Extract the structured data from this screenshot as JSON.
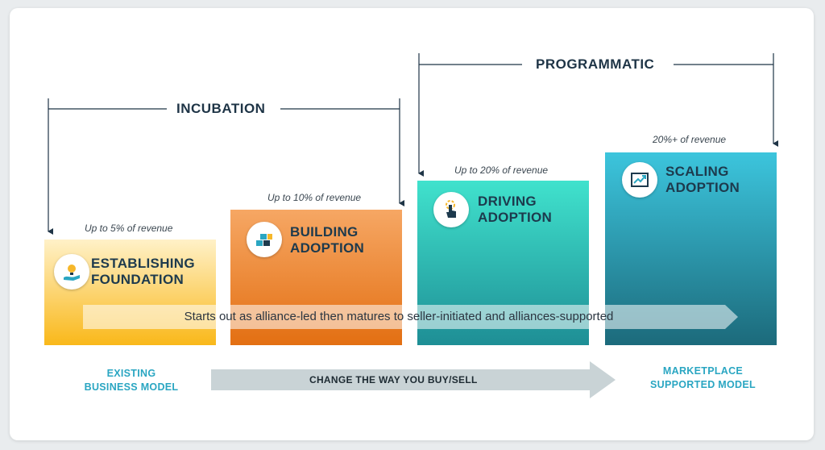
{
  "phases": {
    "incubation": "INCUBATION",
    "programmatic": "PROGRAMMATIC"
  },
  "stages": [
    {
      "title_line1": "ESTABLISHING",
      "title_line2": "FOUNDATION",
      "revenue": "Up to 5% of revenue",
      "icon": "lightbulb-hand-icon",
      "color_top": "#fde8a6",
      "color_bottom": "#f9b81a"
    },
    {
      "title_line1": "BUILDING",
      "title_line2": "ADOPTION",
      "revenue": "Up to 10% of revenue",
      "icon": "building-blocks-icon",
      "color_top": "#f6a764",
      "color_bottom": "#e9771b"
    },
    {
      "title_line1": "DRIVING",
      "title_line2": "ADOPTION",
      "revenue": "Up to 20% of revenue",
      "icon": "touch-hand-icon",
      "color_top": "#3fe0cc",
      "color_bottom": "#1d8f93"
    },
    {
      "title_line1": "SCALING",
      "title_line2": "ADOPTION",
      "revenue": "20%+ of revenue",
      "icon": "growth-chart-icon",
      "color_top": "#3bc4dc",
      "color_bottom": "#1d6f80"
    }
  ],
  "band_text": "Starts out as alliance-led then matures to seller-initiated and alliances-supported",
  "bottom": {
    "left_line1": "EXISTING",
    "left_line2": "BUSINESS MODEL",
    "arrow_text": "CHANGE THE WAY YOU BUY/SELL",
    "right_line1": "MARKETPLACE",
    "right_line2": "SUPPORTED MODEL"
  },
  "colors": {
    "label_dark": "#1e3446",
    "side_label": "#2aa6c2",
    "bottom_arrow": "#c9d3d6"
  }
}
